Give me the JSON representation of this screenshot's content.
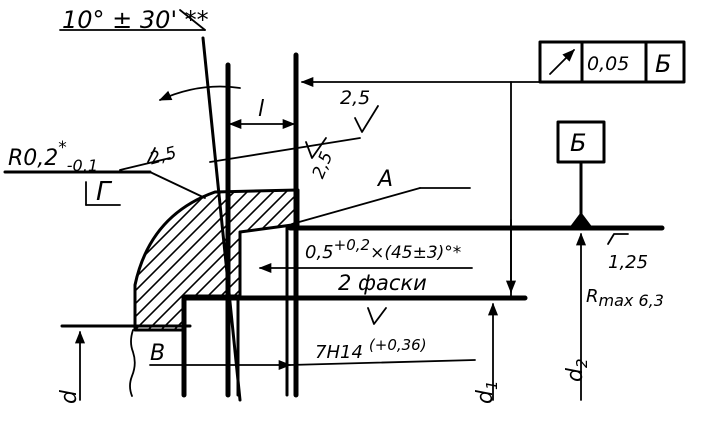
{
  "angle_spec": "10° ± 30' **",
  "tolerance_frame": {
    "value": "0,05",
    "datum": "Б"
  },
  "datum_box": "Б",
  "roughness": [
    "2,5",
    "2,5",
    "2,5",
    "1,25"
  ],
  "roughness_rmax": "R",
  "roughness_rmax_sub": "max 6,3",
  "dim_l": "l",
  "radius": {
    "main": "R0,2",
    "sup": "*",
    "sub": "-0,1"
  },
  "label_G": "Г",
  "label_A": "А",
  "label_B": "В",
  "chamfer": {
    "main": "0,5",
    "sup": "+0,2",
    "rest": "×(45±3)°*"
  },
  "chamfer_note": "2 фаски",
  "hole_tol": {
    "main": "7H14",
    "sup": "(+0,36)"
  },
  "dim_d": "d",
  "dim_d1": "d",
  "dim_d1_sub": "1",
  "dim_d2": "d",
  "dim_d2_sub": "2"
}
